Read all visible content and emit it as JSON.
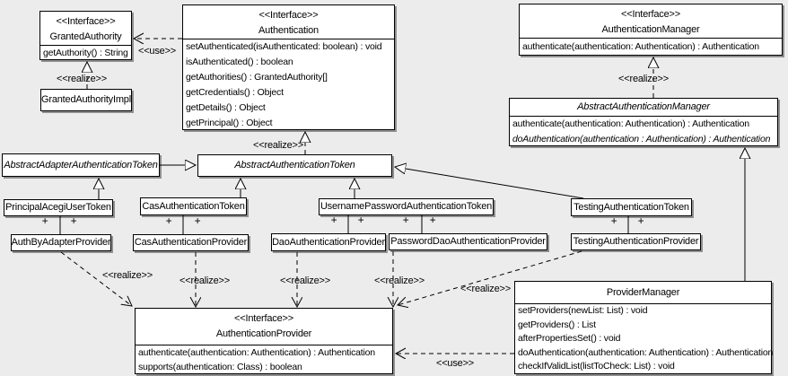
{
  "labels": {
    "use": "<<use>>",
    "realize": "<<realize>>",
    "plus": "+"
  },
  "colors": {
    "background": "#ececec",
    "box_fill": "#ffffff",
    "line": "#000000",
    "shadow": "#8f8f8f"
  },
  "classes": {
    "granted_authority": {
      "stereotype": "<<Interface>>",
      "name": "GrantedAuthority",
      "ops": [
        "getAuthority() : String"
      ]
    },
    "granted_authority_impl": {
      "name": "GrantedAuthorityImpl"
    },
    "authentication": {
      "stereotype": "<<Interface>>",
      "name": "Authentication",
      "ops": [
        "setAuthenticated(isAuthenticated: boolean) : void",
        "isAuthenticated() : boolean",
        "getAuthorities() : GrantedAuthority[]",
        "getCredentials() : Object",
        "getDetails() : Object",
        "getPrincipal() : Object"
      ]
    },
    "authentication_manager": {
      "stereotype": "<<Interface>>",
      "name": "AuthenticationManager",
      "ops": [
        "authenticate(authentication: Authentication) : Authentication"
      ]
    },
    "abstract_authentication_manager": {
      "name": "AbstractAuthenticationManager",
      "ops": [
        "authenticate(authentication: Authentication) : Authentication",
        "doAuthentication(authentication : Authentication) : Authentication"
      ]
    },
    "abstract_adapter_authentication_token": {
      "name": "AbstractAdapterAuthenticationToken"
    },
    "abstract_authentication_token": {
      "name": "AbstractAuthenticationToken"
    },
    "principal_acegi_user_token": {
      "name": "PrincipalAcegiUserToken"
    },
    "cas_authentication_token": {
      "name": "CasAuthenticationToken"
    },
    "username_password_authentication_token": {
      "name": "UsernamePasswordAuthenticationToken"
    },
    "testing_authentication_token": {
      "name": "TestingAuthenticationToken"
    },
    "auth_by_adapter_provider": {
      "name": "AuthByAdapterProvider"
    },
    "cas_authentication_provider": {
      "name": "CasAuthenticationProvider"
    },
    "dao_authentication_provider": {
      "name": "DaoAuthenticationProvider"
    },
    "password_dao_authentication_provider": {
      "name": "PasswordDaoAuthenticationProvider"
    },
    "testing_authentication_provider": {
      "name": "TestingAuthenticationProvider"
    },
    "authentication_provider": {
      "stereotype": "<<Interface>>",
      "name": "AuthenticationProvider",
      "ops": [
        "authenticate(authentication: Authentication) : Authentication",
        "supports(authentication: Class) : boolean"
      ]
    },
    "provider_manager": {
      "name": "ProviderManager",
      "ops": [
        "setProviders(newList: List) : void",
        "getProviders() : List",
        "afterPropertiesSet() : void",
        "doAuthentication(authentication: Authentication) : Authentication",
        "checkIfValidList(listToCheck: List) : void"
      ]
    }
  }
}
